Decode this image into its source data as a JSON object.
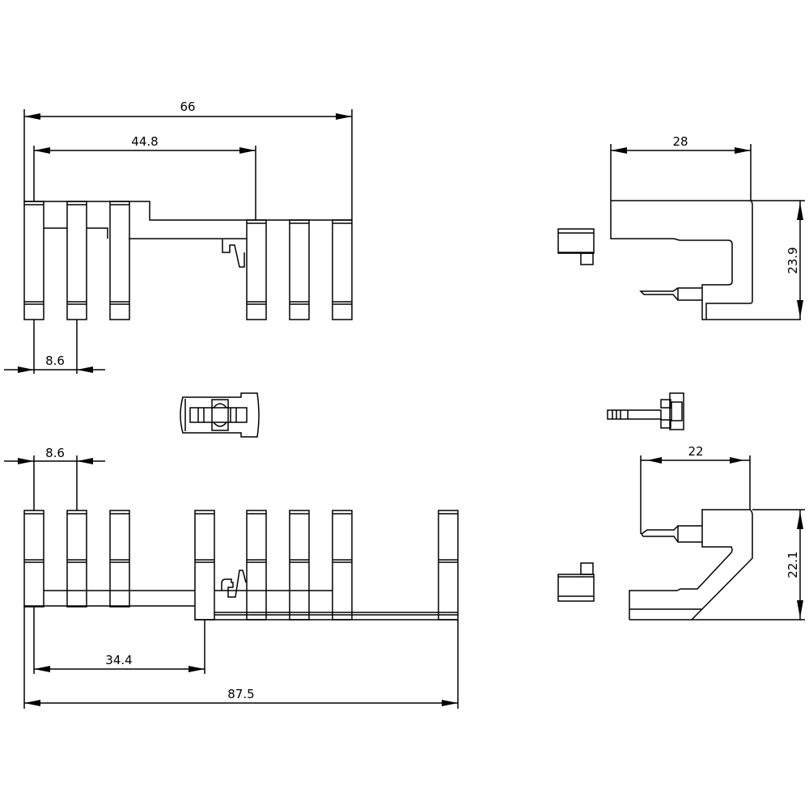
{
  "drawing": {
    "dimensions": {
      "top_overall_width": "66",
      "top_pin_span": "44.8",
      "top_pitch": "8.6",
      "side_top_width": "28",
      "side_top_height": "23.9",
      "bottom_pitch": "8.6",
      "bottom_offset": "34.4",
      "bottom_overall_width": "87.5",
      "side_bottom_width": "22",
      "side_bottom_height": "22.1"
    },
    "line_color": "#000000",
    "background_color": "#ffffff"
  }
}
